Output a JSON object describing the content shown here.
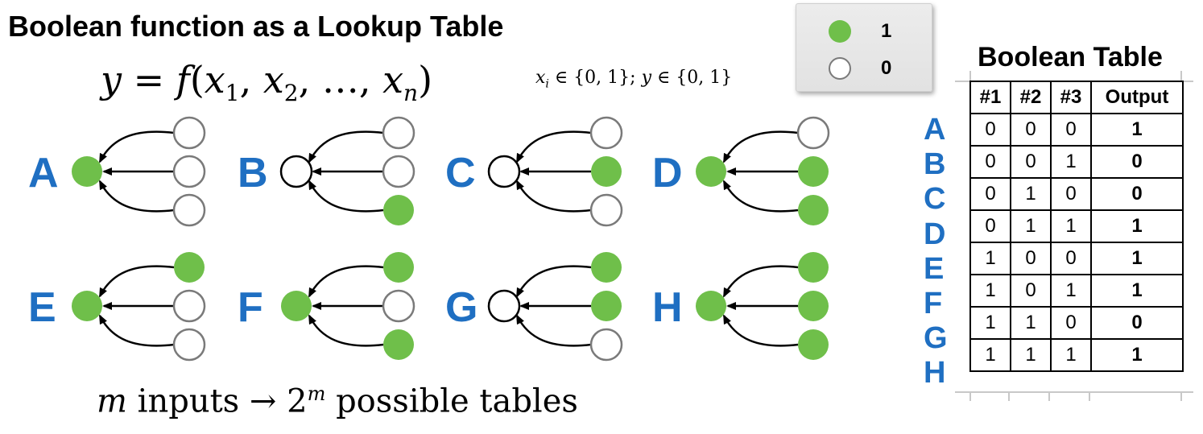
{
  "title": "Boolean function as a Lookup Table",
  "equation_main": {
    "lhs": "y",
    "eq": "=",
    "f": "f",
    "open": "(",
    "x1": "x",
    "sub1": "1",
    "x2": "x",
    "sub2": "2",
    "dots": "…",
    "xn": "x",
    "subn": "n",
    "close": ")"
  },
  "equation_domain": {
    "xi": "x",
    "sub": "i",
    "set1": "∈ {0, 1};",
    "y": "y",
    "set2": "∈ {0, 1}"
  },
  "legend": {
    "on_label": "1",
    "off_label": "0",
    "on_color": "#6fbf4a",
    "off_color": "#ffffff"
  },
  "networks": [
    {
      "label": "A",
      "output": 1,
      "inputs": [
        0,
        0,
        0
      ]
    },
    {
      "label": "B",
      "output": 0,
      "inputs": [
        0,
        0,
        1
      ]
    },
    {
      "label": "C",
      "output": 0,
      "inputs": [
        0,
        1,
        0
      ]
    },
    {
      "label": "D",
      "output": 1,
      "inputs": [
        0,
        1,
        1
      ]
    },
    {
      "label": "E",
      "output": 1,
      "inputs": [
        1,
        0,
        0
      ]
    },
    {
      "label": "F",
      "output": 1,
      "inputs": [
        1,
        0,
        1
      ]
    },
    {
      "label": "G",
      "output": 0,
      "inputs": [
        1,
        1,
        0
      ]
    },
    {
      "label": "H",
      "output": 1,
      "inputs": [
        1,
        1,
        1
      ]
    }
  ],
  "bottom_equation": {
    "m": "m",
    "text1": "inputs",
    "arrow": "→",
    "two": "2",
    "sup": "m",
    "text2": "possible tables"
  },
  "table": {
    "title": "Boolean Table",
    "headers": [
      "#1",
      "#2",
      "#3",
      "Output"
    ],
    "rows": [
      {
        "label": "A",
        "cells": [
          "0",
          "0",
          "0",
          "1"
        ]
      },
      {
        "label": "B",
        "cells": [
          "0",
          "0",
          "1",
          "0"
        ]
      },
      {
        "label": "C",
        "cells": [
          "0",
          "1",
          "0",
          "0"
        ]
      },
      {
        "label": "D",
        "cells": [
          "0",
          "1",
          "1",
          "1"
        ]
      },
      {
        "label": "E",
        "cells": [
          "1",
          "0",
          "0",
          "1"
        ]
      },
      {
        "label": "F",
        "cells": [
          "1",
          "0",
          "1",
          "1"
        ]
      },
      {
        "label": "G",
        "cells": [
          "1",
          "1",
          "0",
          "0"
        ]
      },
      {
        "label": "H",
        "cells": [
          "1",
          "1",
          "1",
          "1"
        ]
      }
    ]
  },
  "colors": {
    "label_blue": "#1f6fc2",
    "node_green": "#6fbf4a",
    "node_outline": "#7a7a7a"
  }
}
